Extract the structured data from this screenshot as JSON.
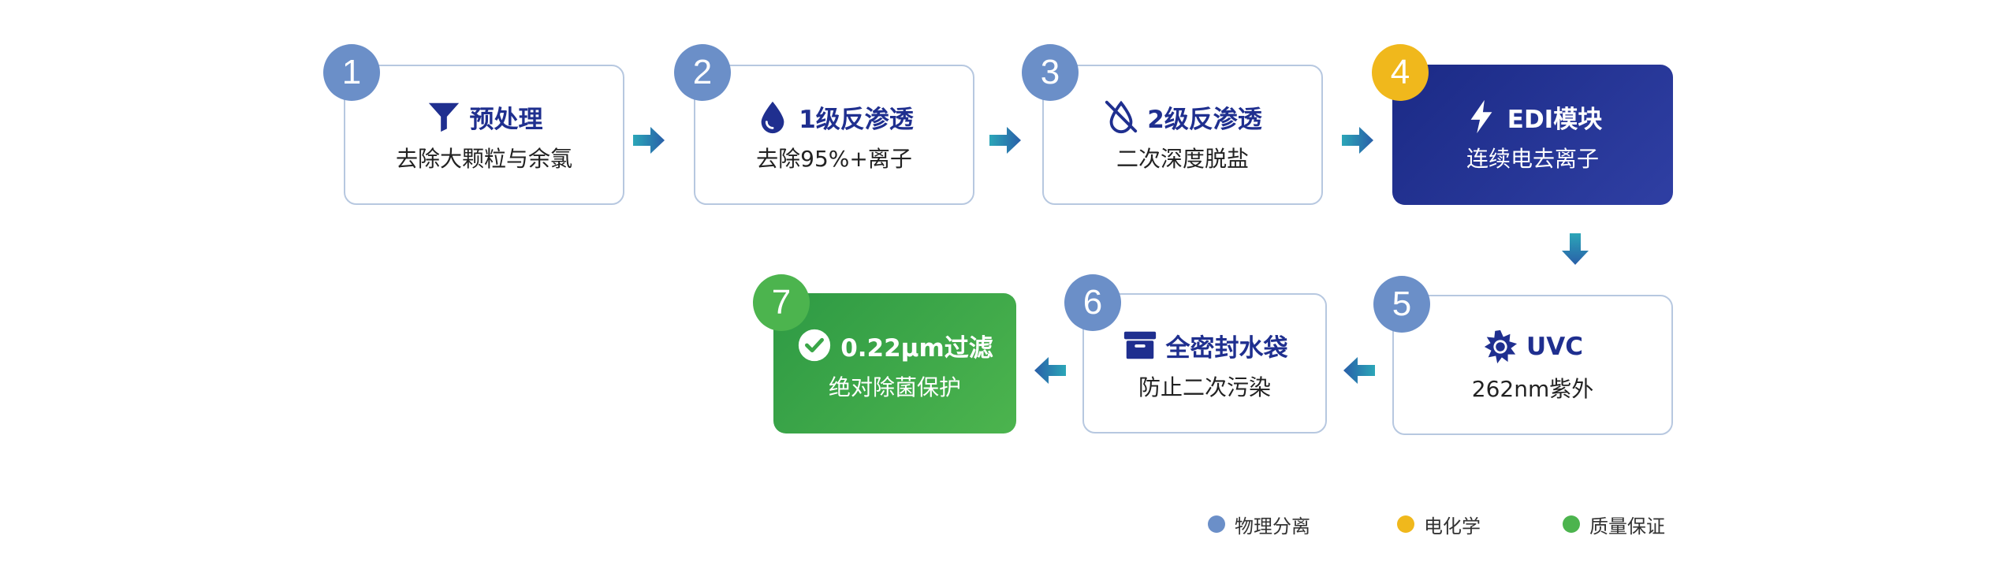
{
  "colors": {
    "physical": "#6b8fc8",
    "electrochem": "#f0b81c",
    "quality": "#4cb44e",
    "title_blue": "#1f2f8f",
    "arrow_start": "#2ba6b8",
    "arrow_end": "#2a5fa8"
  },
  "steps": [
    {
      "num": "1",
      "title": "预处理",
      "subtitle": "去除大颗粒与余氯",
      "icon": "funnel-icon"
    },
    {
      "num": "2",
      "title": "1级反渗透",
      "subtitle": "去除95%+离子",
      "icon": "water-drop-icon"
    },
    {
      "num": "3",
      "title": "2级反渗透",
      "subtitle": "二次深度脱盐",
      "icon": "no-drop-icon"
    },
    {
      "num": "4",
      "title": "EDI模块",
      "subtitle": "连续电去离子",
      "icon": "lightning-icon"
    },
    {
      "num": "5",
      "title": "UVC",
      "subtitle": "262nm紫外",
      "icon": "sun-icon"
    },
    {
      "num": "6",
      "title": "全密封水袋",
      "subtitle": "防止二次污染",
      "icon": "box-icon"
    },
    {
      "num": "7",
      "title": "0.22μm过滤",
      "subtitle": "绝对除菌保护",
      "icon": "check-circle-icon"
    }
  ],
  "legend": [
    {
      "label": "物理分离",
      "color": "#6b8fc8"
    },
    {
      "label": "电化学",
      "color": "#f0b81c"
    },
    {
      "label": "质量保证",
      "color": "#4cb44e"
    }
  ]
}
